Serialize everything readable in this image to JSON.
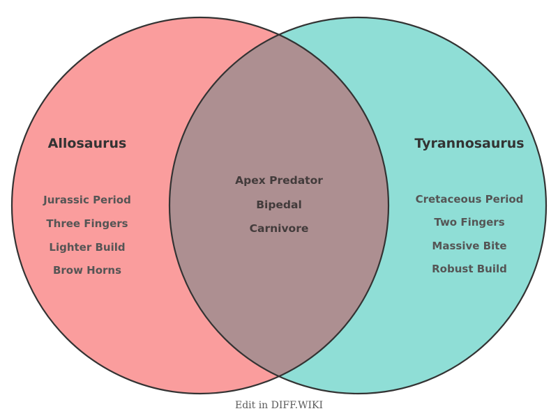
{
  "venn": {
    "left": {
      "title": "Allosaurus",
      "items": [
        "Jurassic Period",
        "Three Fingers",
        "Lighter Build",
        "Brow Horns"
      ],
      "fill": "#FA9D9D"
    },
    "right": {
      "title": "Tyrannosaurus",
      "items": [
        "Cretaceous Period",
        "Two Fingers",
        "Massive Bite",
        "Robust Build"
      ],
      "fill": "#8FDED6"
    },
    "overlap": {
      "items": [
        "Apex Predator",
        "Bipedal",
        "Carnivore"
      ],
      "fill": "#AD8F91"
    },
    "stroke_color": "#333333"
  },
  "footer": {
    "label": "Edit in DIFF.WIKI"
  }
}
